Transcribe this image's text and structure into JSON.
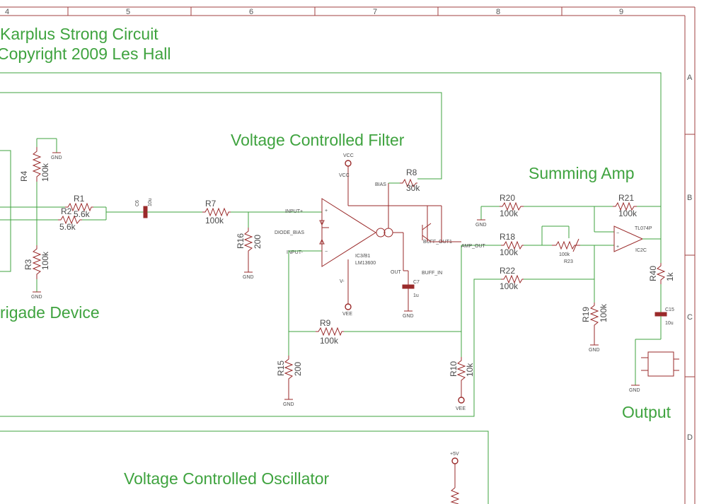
{
  "title": "Karplus Strong Circuit",
  "copyright": "Copyright 2009 Les Hall",
  "frame": {
    "columns": [
      "4",
      "5",
      "6",
      "7",
      "8",
      "9"
    ],
    "rows": [
      "A",
      "B",
      "C",
      "D"
    ]
  },
  "blocks": {
    "vcf": "Voltage Controlled Filter",
    "summing": "Summing Amp",
    "bbd": "rigade Device",
    "output": "Output",
    "vco": "Voltage Controlled Oscillator"
  },
  "components": {
    "R1": {
      "name": "R1",
      "value": "5.6k"
    },
    "R2": {
      "name": "R2",
      "value": "5.6k"
    },
    "R3": {
      "name": "R3",
      "value": "100k"
    },
    "R4": {
      "name": "R4",
      "value": "100k"
    },
    "R7": {
      "name": "R7",
      "value": "100k"
    },
    "R8": {
      "name": "R8",
      "value": "30k"
    },
    "R9": {
      "name": "R9",
      "value": "100k"
    },
    "R10": {
      "name": "R10",
      "value": "10k"
    },
    "R15": {
      "name": "R15",
      "value": "200"
    },
    "R16": {
      "name": "R16",
      "value": "200"
    },
    "R18": {
      "name": "R18",
      "value": "100k"
    },
    "R19": {
      "name": "R19",
      "value": "100k"
    },
    "R20": {
      "name": "R20",
      "value": "100k"
    },
    "R21": {
      "name": "R21",
      "value": "100k"
    },
    "R22": {
      "name": "R22",
      "value": "100k"
    },
    "R23": {
      "name": "R23",
      "value": "100k"
    },
    "R40": {
      "name": "R40",
      "value": "1k"
    },
    "C6": {
      "name": "C6",
      "value": "10u"
    },
    "C7": {
      "name": "C7",
      "value": "1u"
    },
    "C15": {
      "name": "C15",
      "value": "10u"
    },
    "IC2C": {
      "name": "IC2C",
      "value": "TL074P"
    },
    "OTA": {
      "name": "IC3/B1",
      "value": "LM13600"
    }
  },
  "power": {
    "gnd": "GND",
    "vcc": "VCC",
    "vee": "VEE",
    "plus5v": "+5V"
  },
  "pins": {
    "input_plus": "INPUT+",
    "input_minus": "INPUT-",
    "diode_bias": "DIODE_BIAS",
    "bias": "BIAS",
    "vcc": "VCC",
    "vee": "V-",
    "buf_out": "BUFF_OUT1",
    "buf_in": "BUFF_IN",
    "out": "OUT",
    "amp_out": "AMP_OUT"
  }
}
